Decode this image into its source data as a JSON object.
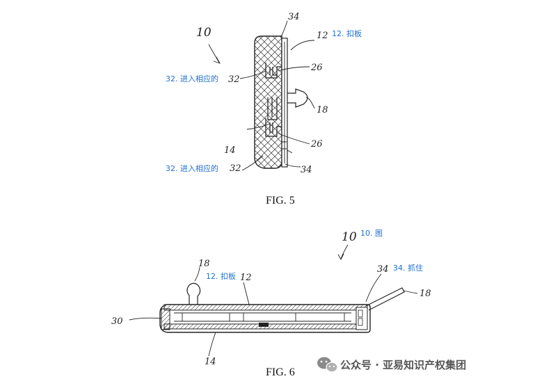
{
  "figures": {
    "fig5": {
      "caption": "FIG. 5",
      "ref_assembly": "10",
      "ref_plate": "12",
      "ref_base": "14",
      "ref_stud": "18",
      "ref_clip": "26",
      "ref_recess": "32",
      "ref_grip": "34"
    },
    "fig6": {
      "caption": "FIG. 6",
      "ref_assembly": "10",
      "ref_plate": "12",
      "ref_base": "14",
      "ref_stud": "18",
      "ref_end": "30",
      "ref_grip": "34",
      "ref_tab": "18"
    }
  },
  "annotations": {
    "plate_label": "12. 扣板",
    "recess_top_label": "32. 进入相应的",
    "recess_bottom_label": "32. 进入相应的",
    "fig6_title_label": "10. 图",
    "fig6_plate_label": "12. 扣板",
    "grip_label": "34. 抓住"
  },
  "watermark": {
    "text": "公众号 · 亚易知识产权集团",
    "icon": "wechat-icon",
    "color": "#555555"
  },
  "colors": {
    "annotation": "#1f6fd1",
    "line": "#222222"
  }
}
